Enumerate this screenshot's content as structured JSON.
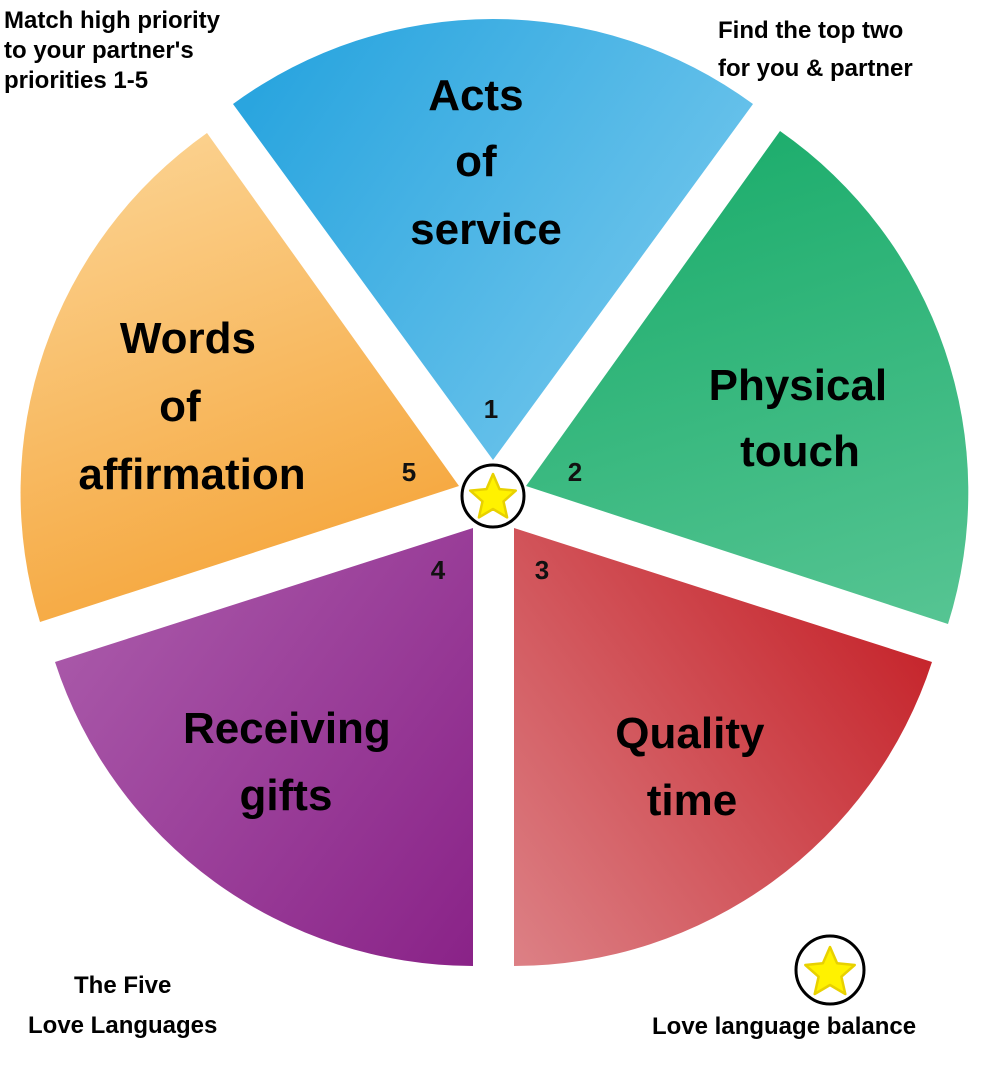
{
  "notes": {
    "top_left": [
      "Match high priority",
      "to your partner's",
      "priorities 1-5"
    ],
    "top_right": [
      "Find the top two",
      "for you & partner"
    ]
  },
  "title": [
    "The Five",
    "Love Languages"
  ],
  "legend": {
    "icon": "star-icon",
    "label": "Love language balance"
  },
  "center_icon": "star-icon",
  "segments": [
    {
      "number": "1",
      "label": [
        "Acts",
        "of",
        "service"
      ],
      "color_start": "#2AA5DF",
      "color_end": "#7CCBEE"
    },
    {
      "number": "2",
      "label": [
        "Physical",
        "touch"
      ],
      "color_start": "#1FAE6E",
      "color_end": "#55C492"
    },
    {
      "number": "3",
      "label": [
        "Quality",
        "time"
      ],
      "color_start": "#C6262D",
      "color_end": "#DC7F84"
    },
    {
      "number": "4",
      "label": [
        "Receiving",
        "gifts"
      ],
      "color_start": "#A857A8",
      "color_end": "#8A2388"
    },
    {
      "number": "5",
      "label": [
        "Words",
        "of",
        "affirmation"
      ],
      "color_start": "#F5A53A",
      "color_end": "#FBD08C"
    }
  ],
  "colors": {
    "star_fill": "#FFF200",
    "star_outline": "#E8D100",
    "ring": "#000000"
  }
}
